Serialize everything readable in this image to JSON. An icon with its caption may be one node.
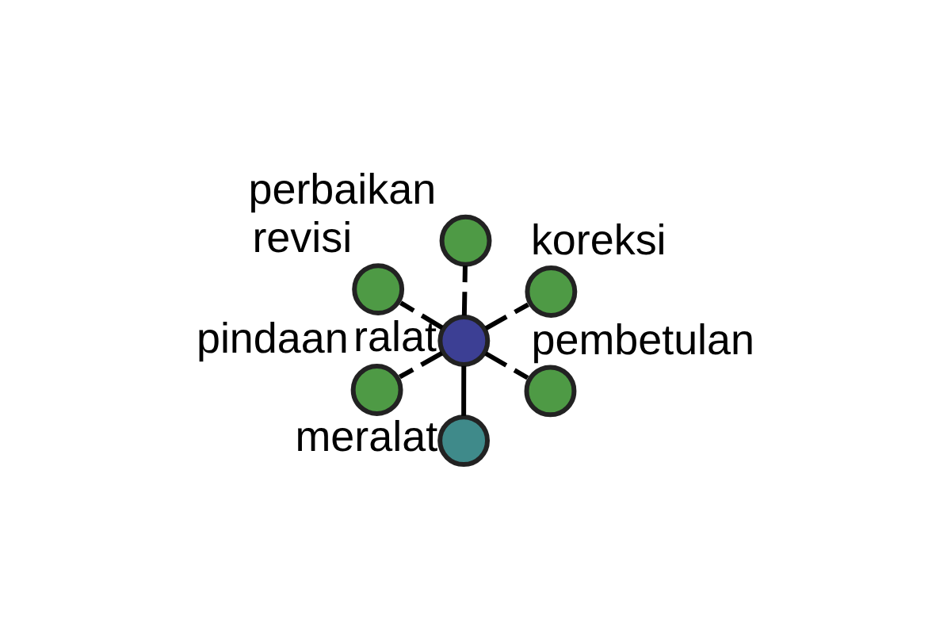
{
  "diagram": {
    "nodes": [
      {
        "text": [],
        "shape": "circle",
        "beside": [
          "ralat"
        ]
      },
      {
        "text": [],
        "shape": "circle",
        "beside": [
          "pembetulan"
        ]
      },
      {
        "text": [],
        "shape": "circle",
        "beside": [
          "meralat"
        ]
      },
      {
        "text": [],
        "shape": "circle",
        "beside": [
          "revisi"
        ]
      },
      {
        "text": [],
        "shape": "circle",
        "beside": [
          "koreksi"
        ]
      },
      {
        "text": [],
        "shape": "circle",
        "beside": [
          "perbaikan"
        ]
      },
      {
        "text": [],
        "shape": "circle",
        "beside": [
          "pindaan"
        ]
      }
    ],
    "edges": [
      {
        "from": 0,
        "to": 1,
        "arrow": "none",
        "style": "dashed"
      },
      {
        "from": 0,
        "to": 2,
        "arrow": "none"
      },
      {
        "from": 0,
        "to": 3,
        "arrow": "none",
        "style": "dashed"
      },
      {
        "from": 0,
        "to": 4,
        "arrow": "none",
        "style": "dashed"
      },
      {
        "from": 0,
        "to": 5,
        "arrow": "none",
        "style": "dashed"
      },
      {
        "from": 0,
        "to": 6,
        "arrow": "none",
        "style": "dashed"
      }
    ]
  }
}
